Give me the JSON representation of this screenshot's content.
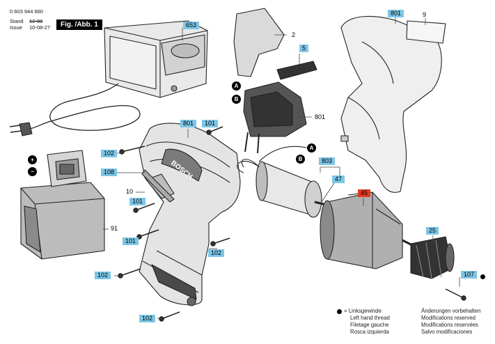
{
  "header": {
    "part_number": "0 603 944 660",
    "stand_label": "Stand",
    "issue_label": "Issue",
    "old_date": "12-08",
    "new_date": "10-08-27",
    "figure_label": "Fig. /Abb. 1"
  },
  "callouts": {
    "c653": "653",
    "c801_top": "801",
    "c9": "9",
    "c2": "2",
    "c5": "5",
    "c801_switch": "801",
    "c801_housing": "801",
    "c101_a": "101",
    "c102_a": "102",
    "c108": "108",
    "c10": "10",
    "c101_b": "101",
    "c91": "91",
    "c101_c": "101",
    "c102_b": "102",
    "c102_c": "102",
    "c102_d": "102",
    "c803": "803",
    "c47": "47",
    "c45": "45",
    "c25": "25",
    "c107": "107"
  },
  "markers": {
    "a1": "A",
    "b1": "B",
    "a2": "A",
    "b2": "B",
    "plus": "+",
    "minus": "−"
  },
  "legend_left": {
    "line1": "= Linksgewinde",
    "line2": "Left hand thread",
    "line3": "Filetage gauche",
    "line4": "Rosca izquierda"
  },
  "legend_right": {
    "line1": "Änderungen vorbehalten",
    "line2": "Modifications reserved",
    "line3": "Modifications reservées",
    "line4": "Salvo modificaciones"
  },
  "brand_text": "BOSCH"
}
